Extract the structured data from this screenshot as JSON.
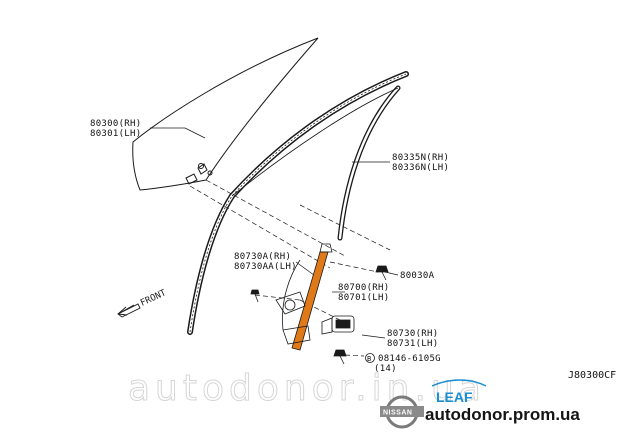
{
  "diagram": {
    "parts": {
      "glass": [
        "80300(RH)",
        "80301(LH)"
      ],
      "sash": [
        "80335N(RH)",
        "80336N(LH)"
      ],
      "bolt": [
        "80730A(RH)",
        "80730AA(LH)"
      ],
      "regulator": [
        "80700(RH)",
        "80701(LH)"
      ],
      "screw": [
        "80030A"
      ],
      "motor": [
        "80730(RH)",
        "80731(LH)"
      ],
      "fastener": [
        "08146-6105G",
        "(14)"
      ]
    },
    "fastener_marker": "B",
    "front_label": "FRONT",
    "diagram_code": "J80300CF"
  },
  "branding": {
    "watermark": "autodonor.in.ua",
    "model_logo": "LEAF",
    "brand_logo": "NISSAN",
    "site": "autodonor.prom.ua"
  },
  "colors": {
    "line": "#1a1a1a",
    "regulator_rail": "#e07a18",
    "watermark": "#d6d6d6",
    "leaf_blue": "#1a8fd0"
  }
}
